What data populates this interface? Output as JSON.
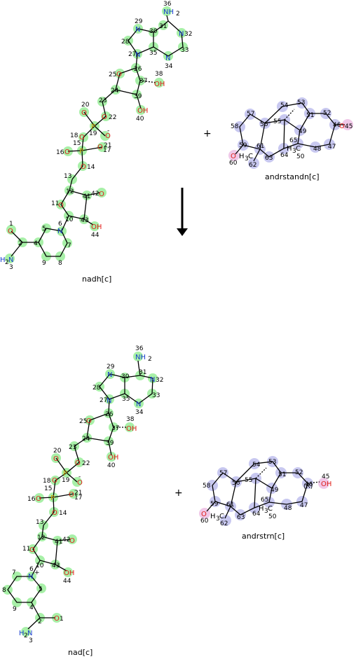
{
  "reaction": {
    "plus_sign": "+",
    "substrates": [
      {
        "id": "nadh",
        "name": "nadh[c]"
      },
      {
        "id": "andrstandn",
        "name": "andrstandn[c]"
      }
    ],
    "products": [
      {
        "id": "nad",
        "name": "nad[c]"
      },
      {
        "id": "andrstrn",
        "name": "andrstrn[c]"
      }
    ]
  },
  "colors": {
    "highlight_green": "#a8f0a8",
    "highlight_blue": "#c8c8f0",
    "highlight_pink": "#f0c8e8",
    "nitrogen": "#1a3fd0",
    "oxygen": "#e0201a",
    "phosphorus": "#c8a000",
    "carbon_bond": "#000000"
  },
  "atoms": {
    "nucleotide_top": [
      "1",
      "2",
      "3",
      "5",
      "6",
      "7",
      "8",
      "9",
      "10",
      "11",
      "12",
      "13",
      "14",
      "15",
      "16",
      "17",
      "18",
      "19",
      "20",
      "21",
      "22",
      "23",
      "24",
      "25",
      "26",
      "27",
      "28",
      "29",
      "30",
      "31",
      "32",
      "33",
      "34",
      "35",
      "36",
      "37",
      "38",
      "39",
      "40",
      "41",
      "42",
      "43",
      "44"
    ],
    "steroid_top": [
      "45",
      "46",
      "47",
      "48",
      "49",
      "50",
      "51",
      "52",
      "53",
      "54",
      "55",
      "56",
      "57",
      "58",
      "59",
      "60",
      "61",
      "62",
      "63",
      "64",
      "65"
    ]
  },
  "atom_symbols": {
    "amine": "NH2",
    "amide": "H2N",
    "hydroxyl": "OH",
    "oxygen": "O",
    "phosphorus": "P",
    "nitrogen": "N",
    "methyl": "H3C",
    "charge_minus": "-",
    "charge_plus": "+",
    "stereo_r": "(R)"
  }
}
